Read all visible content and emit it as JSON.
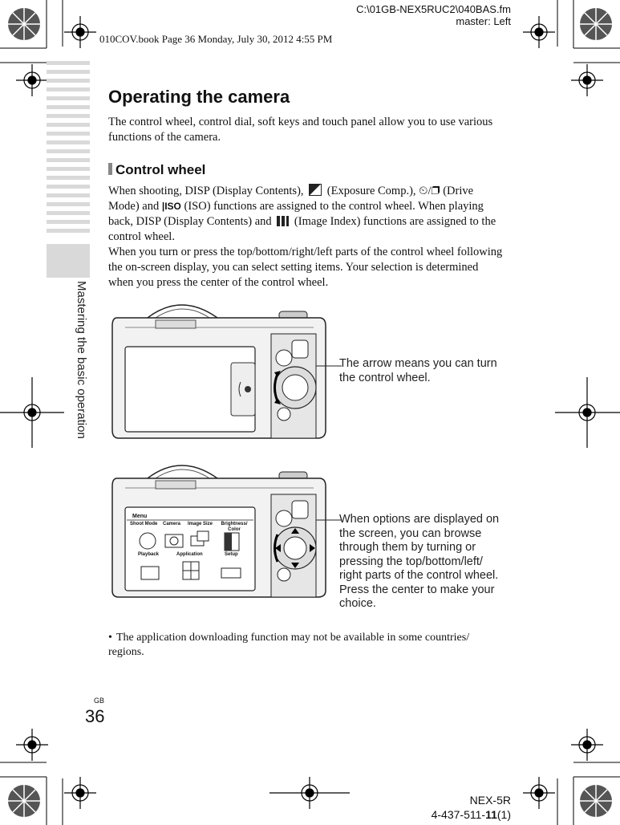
{
  "header": {
    "path_line1": "C:\\01GB-NEX5RUC2\\040BAS.fm",
    "path_line2": "master: Left",
    "book_line": "010COV.book  Page 36  Monday, July 30, 2012  4:55 PM"
  },
  "sidebar": {
    "label": "Mastering the basic operation"
  },
  "page": {
    "title": "Operating the camera",
    "intro": "The control wheel, control dial, soft keys and touch panel allow you to use various functions of the camera.",
    "section_title": "Control wheel",
    "body_p1_a": "When shooting, DISP (Display Contents),",
    "body_p1_b": "(Exposure Comp.),",
    "body_p1_c": "(Drive Mode) and",
    "body_p1_d": "(ISO) functions are assigned to the control wheel. When playing back, DISP (Display Contents) and",
    "body_p1_e": "(Image Index) functions are assigned to the control wheel.",
    "body_p2": "When you turn or press the top/bottom/right/left parts of the control wheel following the on-screen display, you can select setting items. Your selection is determined when you press the center of the control wheel.",
    "callout1": "The arrow means you can turn the control wheel.",
    "callout2": "When options are displayed on the screen, you can browse through them by turning or pressing the top/bottom/left/ right parts of the control wheel. Press the center to make your choice.",
    "note": "The application downloading function may not be available in some countries/ regions."
  },
  "menu_screen": {
    "title": "Menu",
    "items": [
      "Shoot Mode",
      "Camera",
      "Image Size",
      "Brightness/ Color",
      "Playback",
      "Application",
      "Setup"
    ]
  },
  "footer": {
    "page_label": "GB",
    "page_number": "36",
    "model": "NEX-5R",
    "code_prefix": "4-437-511-",
    "code_bold": "11",
    "code_suffix": "(1)"
  }
}
